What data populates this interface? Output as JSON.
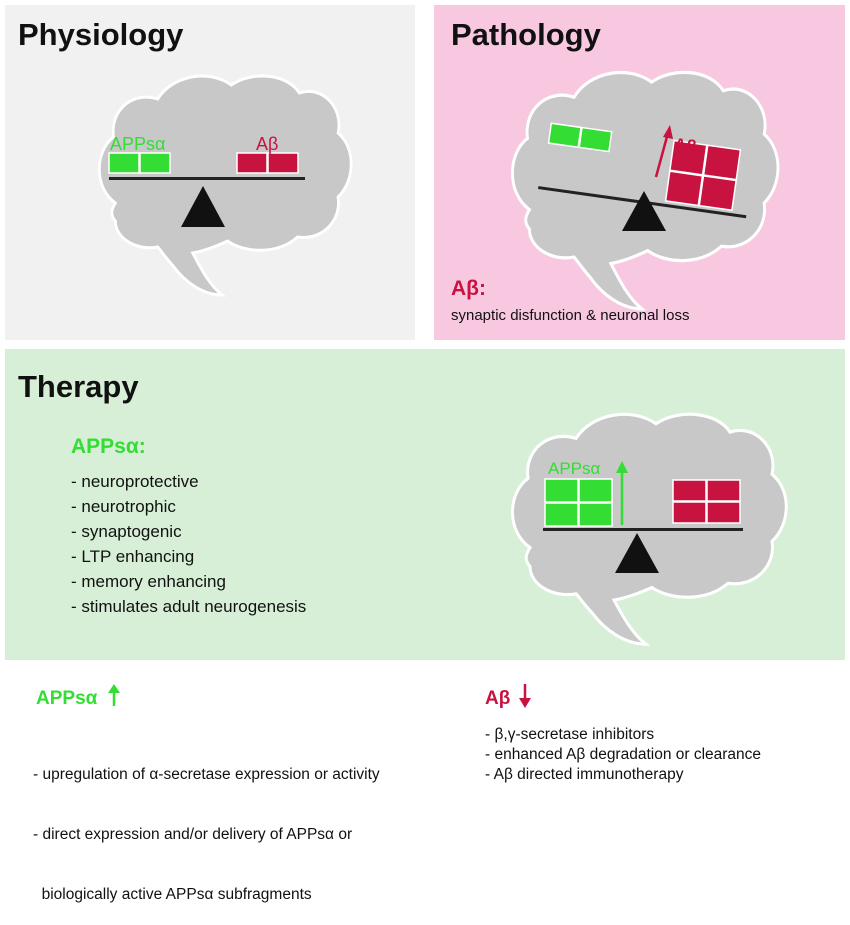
{
  "colors": {
    "green": "#33dd33",
    "red": "#c8123f",
    "green_bg": "#d6efd6",
    "pink_bg": "#f7c8e0",
    "gray_bg": "#f1f1f1",
    "brain": "#c8c8c8"
  },
  "physiology": {
    "title": "Physiology",
    "left_label": "APPsα",
    "right_label": "Aβ"
  },
  "pathology": {
    "title": "Pathology",
    "right_label": "Aβ",
    "effect_label": "Aβ:",
    "effect_text": "synaptic disfunction & neuronal loss"
  },
  "therapy": {
    "title": "Therapy",
    "list_title": "APPsα:",
    "items": [
      "- neuroprotective",
      "- neurotrophic",
      "- synaptogenic",
      "- LTP enhancing",
      "- memory enhancing",
      "- stimulates adult neurogenesis"
    ],
    "brain_label": "APPsα"
  },
  "bottom": {
    "left_title": "APPsα",
    "left_items": [
      "- upregulation of α-secretase expression or activity",
      "- direct expression and/or delivery of APPsα or",
      "  biologically active APPsα subfragments"
    ],
    "right_title": "Aβ",
    "right_items": [
      "- β,γ-secretase inhibitors",
      "- enhanced Aβ degradation or clearance",
      "- Aβ directed immunotherapy"
    ]
  }
}
